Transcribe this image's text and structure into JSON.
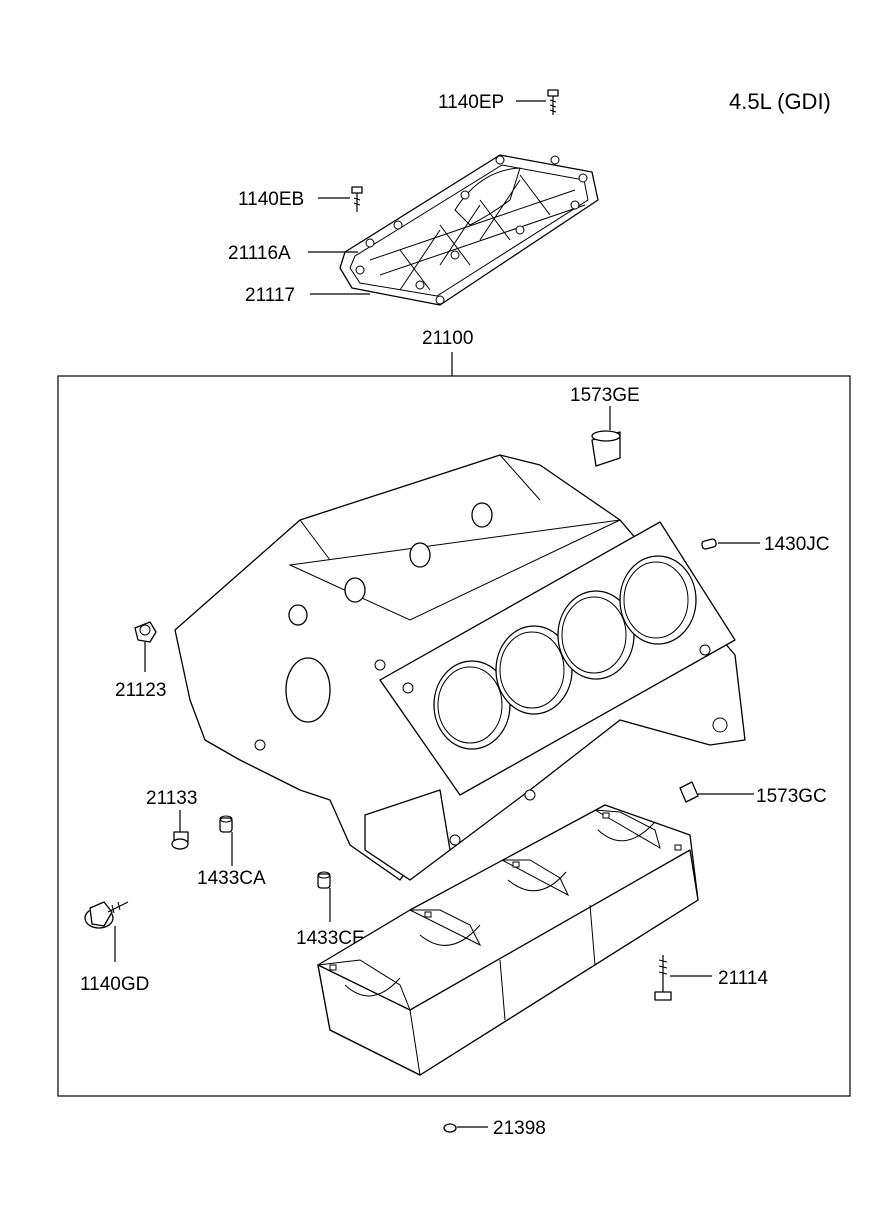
{
  "title": "4.5L (GDI)",
  "labels": {
    "p1140EP": "1140EP",
    "p1140EB": "1140EB",
    "p21116A": "21116A",
    "p21117": "21117",
    "p21100": "21100",
    "p1573GE": "1573GE",
    "p1430JC": "1430JC",
    "p21123": "21123",
    "p21133": "21133",
    "p1433CA": "1433CA",
    "p1573GC": "1573GC",
    "p1433CE": "1433CE",
    "p1140GD": "1140GD",
    "p21114": "21114",
    "p21398": "21398"
  }
}
